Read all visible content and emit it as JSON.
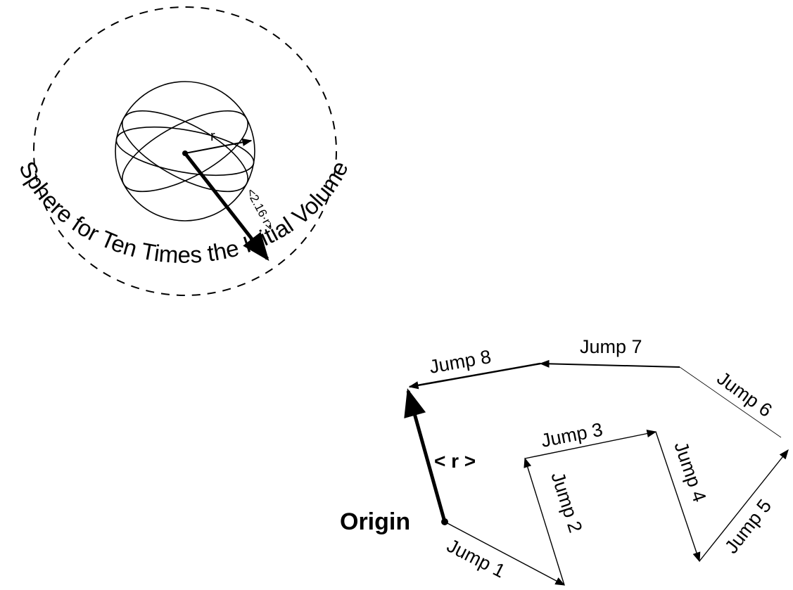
{
  "sphere_caption": "Sphere for Ten Times the Initial Volume",
  "radius_label": "r",
  "large_arrow_label": "<2.16·r>",
  "origin_label": "Origin",
  "mean_label": "< r >",
  "jumps": [
    {
      "label": "Jump 1"
    },
    {
      "label": "Jump 2"
    },
    {
      "label": "Jump 3"
    },
    {
      "label": "Jump 4"
    },
    {
      "label": "Jump 5"
    },
    {
      "label": "Jump 6"
    },
    {
      "label": "Jump 7"
    },
    {
      "label": "Jump 8"
    }
  ]
}
